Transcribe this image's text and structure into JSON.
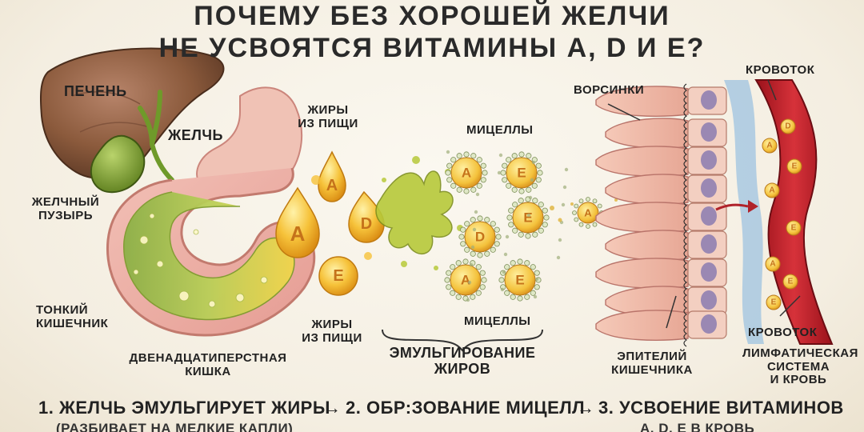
{
  "title": {
    "line1": "Почему без хорошей желчи",
    "line2": "не усвоятся витамины A, D и E?"
  },
  "labels": {
    "liver": "Печень",
    "bile": "Желчь",
    "gallbladder_l1": "Желчный",
    "gallbladder_l2": "пузырь",
    "small_intestine_l1": "Тонкий",
    "small_intestine_l2": "кишечник",
    "duodenum_l1": "Двенадцатиперстная",
    "duodenum_l2": "кишка",
    "dietary_fats_top_l1": "Жиры",
    "dietary_fats_top_l2": "из пищи",
    "dietary_fats_bottom_l1": "Жиры",
    "dietary_fats_bottom_l2": "из пищи",
    "micelles_top": "Мицеллы",
    "micelles_bottom": "Мицеллы",
    "emulsification_l1": "Эмульгирование",
    "emulsification_l2": "жиров",
    "villi": "Ворсинки",
    "bloodstream_top": "Кровоток",
    "bloodstream_bottom": "Кровоток",
    "epithelium_l1": "Эпителий",
    "epithelium_l2": "кишечника",
    "lymph_l1": "Лимфатическая",
    "lymph_l2": "система",
    "lymph_l3": "и кровь"
  },
  "vitamins": {
    "a": "A",
    "d": "D",
    "e": "E"
  },
  "steps": {
    "step1": "1. Желчь эмульгирует жиры",
    "step1_sub": "(разбивает на мелкие капли)",
    "arrow": "→",
    "step2": "2. Обр:зование мицелл",
    "step3": "3. Усвоение витаминов",
    "step3_sub": "A, D, E в кровь"
  },
  "colors": {
    "liver": "#8b5a3c",
    "bile_green": "#8fb23a",
    "fat_gold": "#f2b52a",
    "intestine_pink": "#e8a2a0",
    "blood_red": "#c9252d",
    "vessel_blue": "#5a8fc4"
  },
  "icons": [
    "arrow-right-icon",
    "vitamin-drop-icon",
    "micelle-icon"
  ]
}
